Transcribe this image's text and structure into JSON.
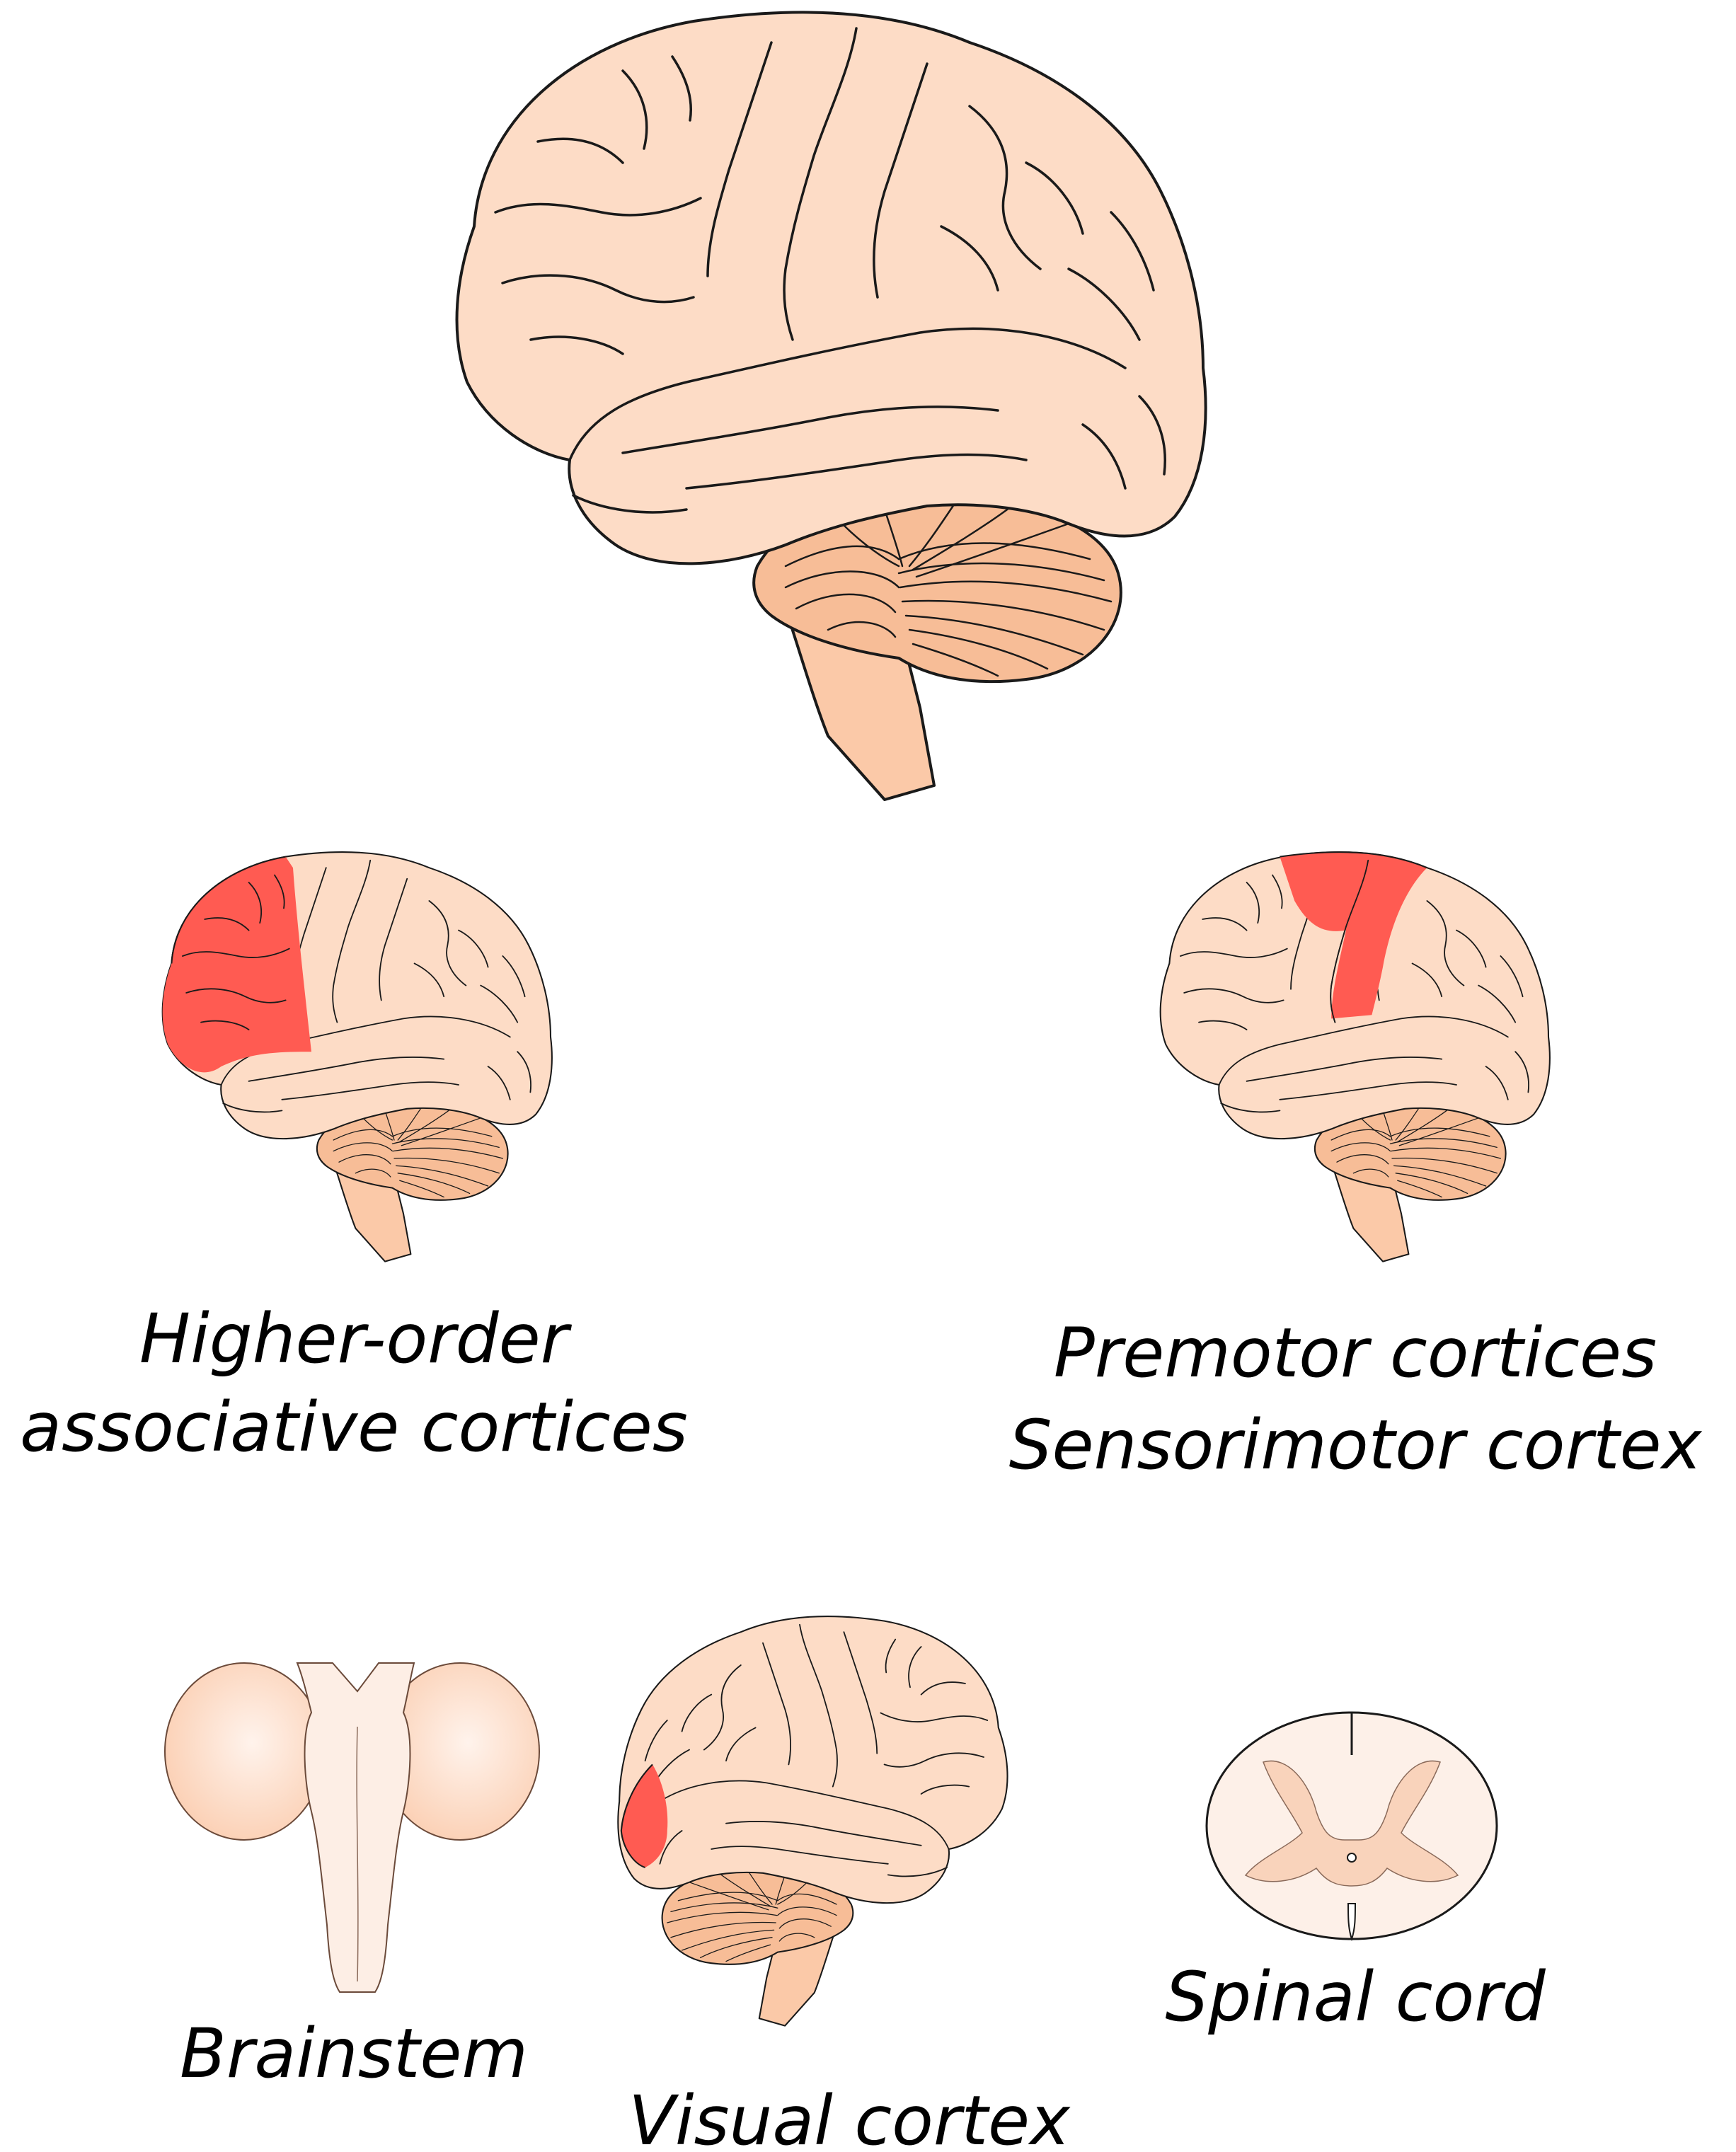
{
  "labels": {
    "higher_order_line1": "Higher-order",
    "higher_order_line2": "associative cortices",
    "premotor_line1": "Premotor cortices",
    "premotor_line2": "Sensorimotor cortex",
    "brainstem": "Brainstem",
    "visual_cortex": "Visual cortex",
    "spinal_cord": "Spinal cord"
  },
  "colors": {
    "cortex": "#fddcc6",
    "cerebellum": "#f7bd97",
    "highlight": "#ff5b52",
    "brainstem_lobe": "#fbd5bd",
    "brainstem_center": "#fdeee5",
    "spinal_cord_white": "#fdf0e8",
    "spinal_cord_grey": "#f9d3bb",
    "outline": "#1a1a1a"
  }
}
